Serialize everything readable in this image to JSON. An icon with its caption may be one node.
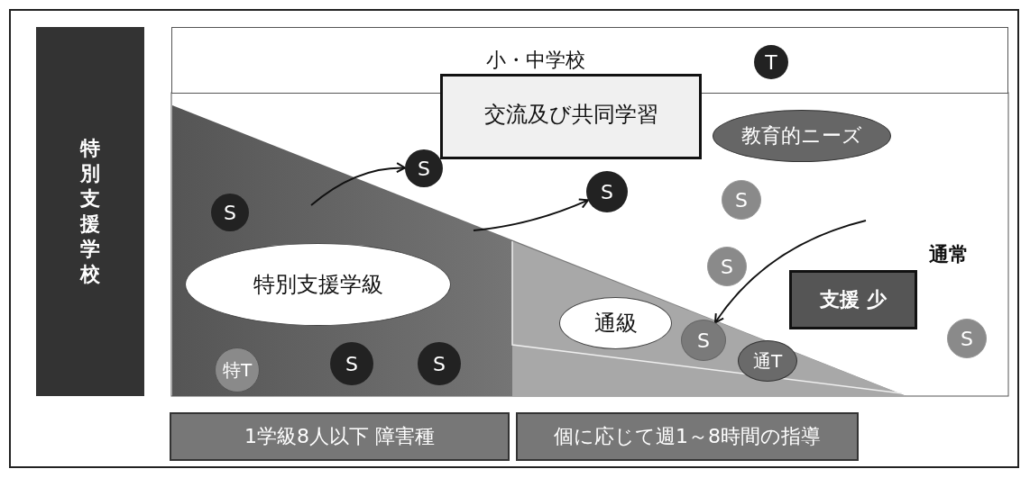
{
  "diagram": {
    "nodes": [
      {
        "text": [
          "特別支援学校"
        ]
      },
      {
        "text": [
          "小・中学校"
        ]
      },
      {
        "text": [
          "T"
        ],
        "in": 1
      },
      {
        "text": [
          "交流及び共同学習"
        ]
      },
      {
        "text": [
          "S"
        ]
      },
      {
        "text": [
          "教育的ニーズ"
        ]
      },
      {
        "text": [
          "S"
        ]
      },
      {
        "text": [
          "S"
        ]
      },
      {
        "text": [
          "S"
        ]
      },
      {
        "text": [
          "特別支援学級"
        ]
      },
      {
        "text": [
          "S"
        ]
      },
      {
        "text": [
          "支援 少"
        ]
      },
      {
        "text": [
          "通級"
        ]
      },
      {
        "text": [
          "S"
        ]
      },
      {
        "text": [
          "S"
        ]
      },
      {
        "text": [
          "特T"
        ]
      },
      {
        "text": [
          "S"
        ]
      },
      {
        "text": [
          "S"
        ]
      },
      {
        "text": [
          "通T"
        ]
      },
      {
        "text": [
          "1学級8人以下 障害種"
        ]
      },
      {
        "text": [
          "個に応じて週1～8時間の指導"
        ]
      }
    ],
    "edges": [
      {
        "from": null,
        "to": 4,
        "arrow": "to"
      },
      {
        "from": null,
        "to": 7,
        "arrow": "to"
      },
      {
        "from": null,
        "to": 13,
        "arrow": "to"
      }
    ],
    "labels": [
      "通常"
    ]
  }
}
